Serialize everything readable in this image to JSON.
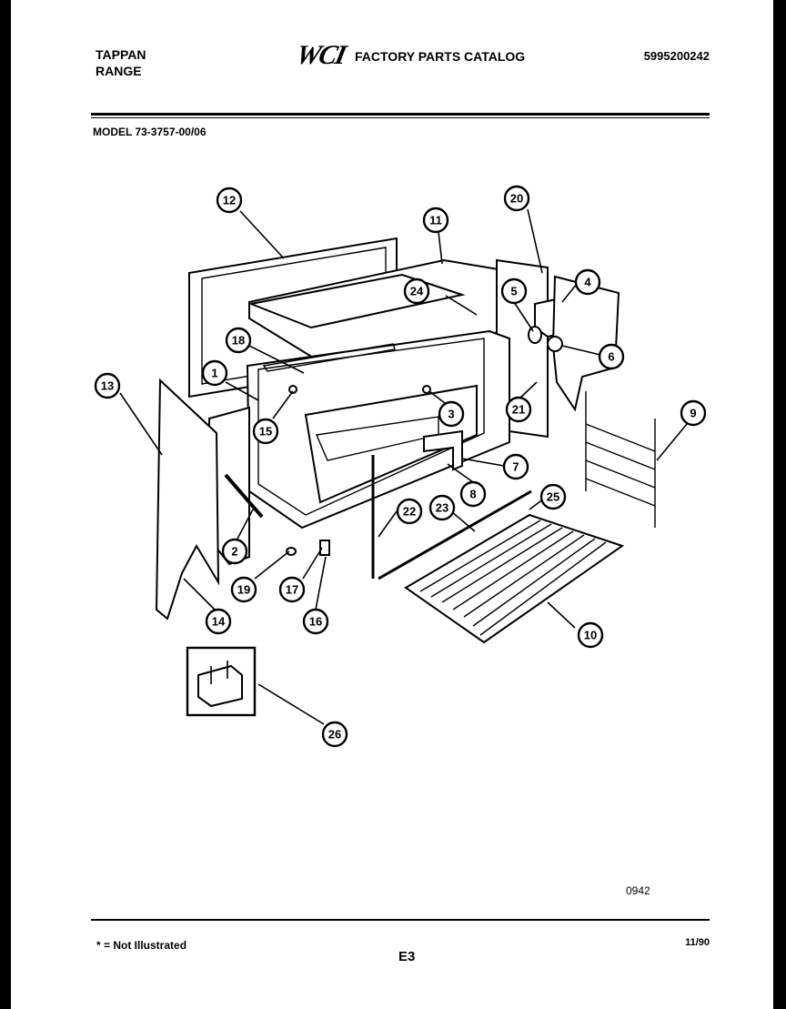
{
  "header": {
    "brand_line1": "TAPPAN",
    "brand_line2": "RANGE",
    "logo": "WCI",
    "catalog_title": "FACTORY PARTS CATALOG",
    "part_number": "5995200242",
    "model": "MODEL 73-3757-00/06"
  },
  "callouts": [
    "1",
    "2",
    "3",
    "4",
    "5",
    "6",
    "7",
    "8",
    "9",
    "10",
    "11",
    "12",
    "13",
    "14",
    "15",
    "16",
    "17",
    "18",
    "19",
    "20",
    "21",
    "22",
    "23",
    "24",
    "25",
    "26"
  ],
  "footer": {
    "figure_code": "0942",
    "footnote": "* = Not Illustrated",
    "page_code": "E3",
    "date": "11/90"
  }
}
